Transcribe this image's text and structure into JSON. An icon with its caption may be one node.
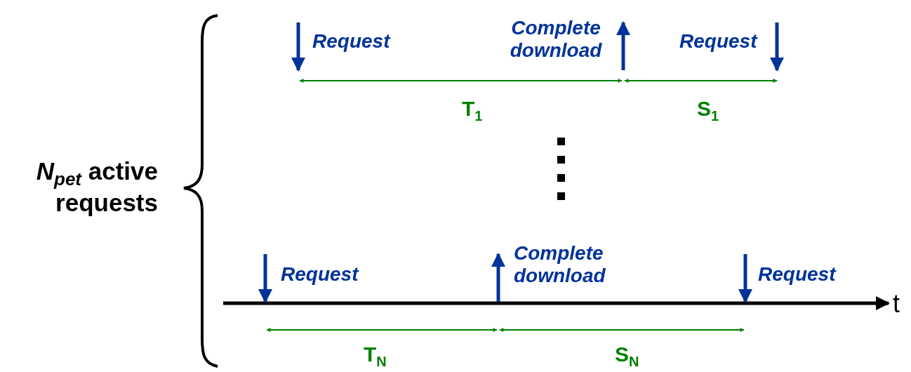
{
  "diagram": {
    "labels": [
      "*N*$_{pet}$ active requests",
      "Request",
      "Complete download",
      "Request",
      "T$_{1}$",
      "S$_{1}$",
      "Request",
      "Complete download",
      "Request",
      "t",
      "T$_{N}$",
      "S$_{N}$"
    ]
  }
}
